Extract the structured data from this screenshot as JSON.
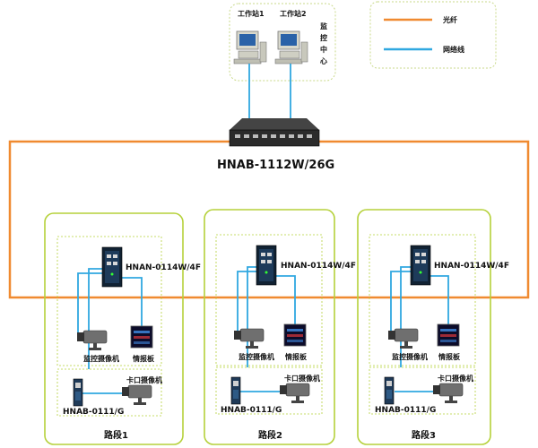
{
  "legend": {
    "fiber_label": "光纤",
    "cable_label": "网络线",
    "fiber_color": "#f08a30",
    "cable_color": "#30a8e0"
  },
  "control_center": {
    "workstation1": "工作站1",
    "workstation2": "工作站2",
    "label_chars": [
      "监",
      "控",
      "中",
      "心"
    ]
  },
  "core_switch": {
    "model": "HNAB-1112W/26G"
  },
  "segments": [
    {
      "switch_model": "HNAN-0114W/4F",
      "camera_label": "监控摄像机",
      "board_label": "情报板",
      "checkpoint_camera_label": "卡口摄像机",
      "checkpoint_device_model": "HNAB-0111/G",
      "segment_label": "路段1"
    },
    {
      "switch_model": "HNAN-0114W/4F",
      "camera_label": "监控摄像机",
      "board_label": "情报板",
      "checkpoint_camera_label": "卡口摄像机",
      "checkpoint_device_model": "HNAB-0111/G",
      "segment_label": "路段2"
    },
    {
      "switch_model": "HNAN-0114W/4F",
      "camera_label": "监控摄像机",
      "board_label": "情报板",
      "checkpoint_camera_label": "卡口摄像机",
      "checkpoint_device_model": "HNAB-0111/G",
      "segment_label": "路段3"
    }
  ]
}
